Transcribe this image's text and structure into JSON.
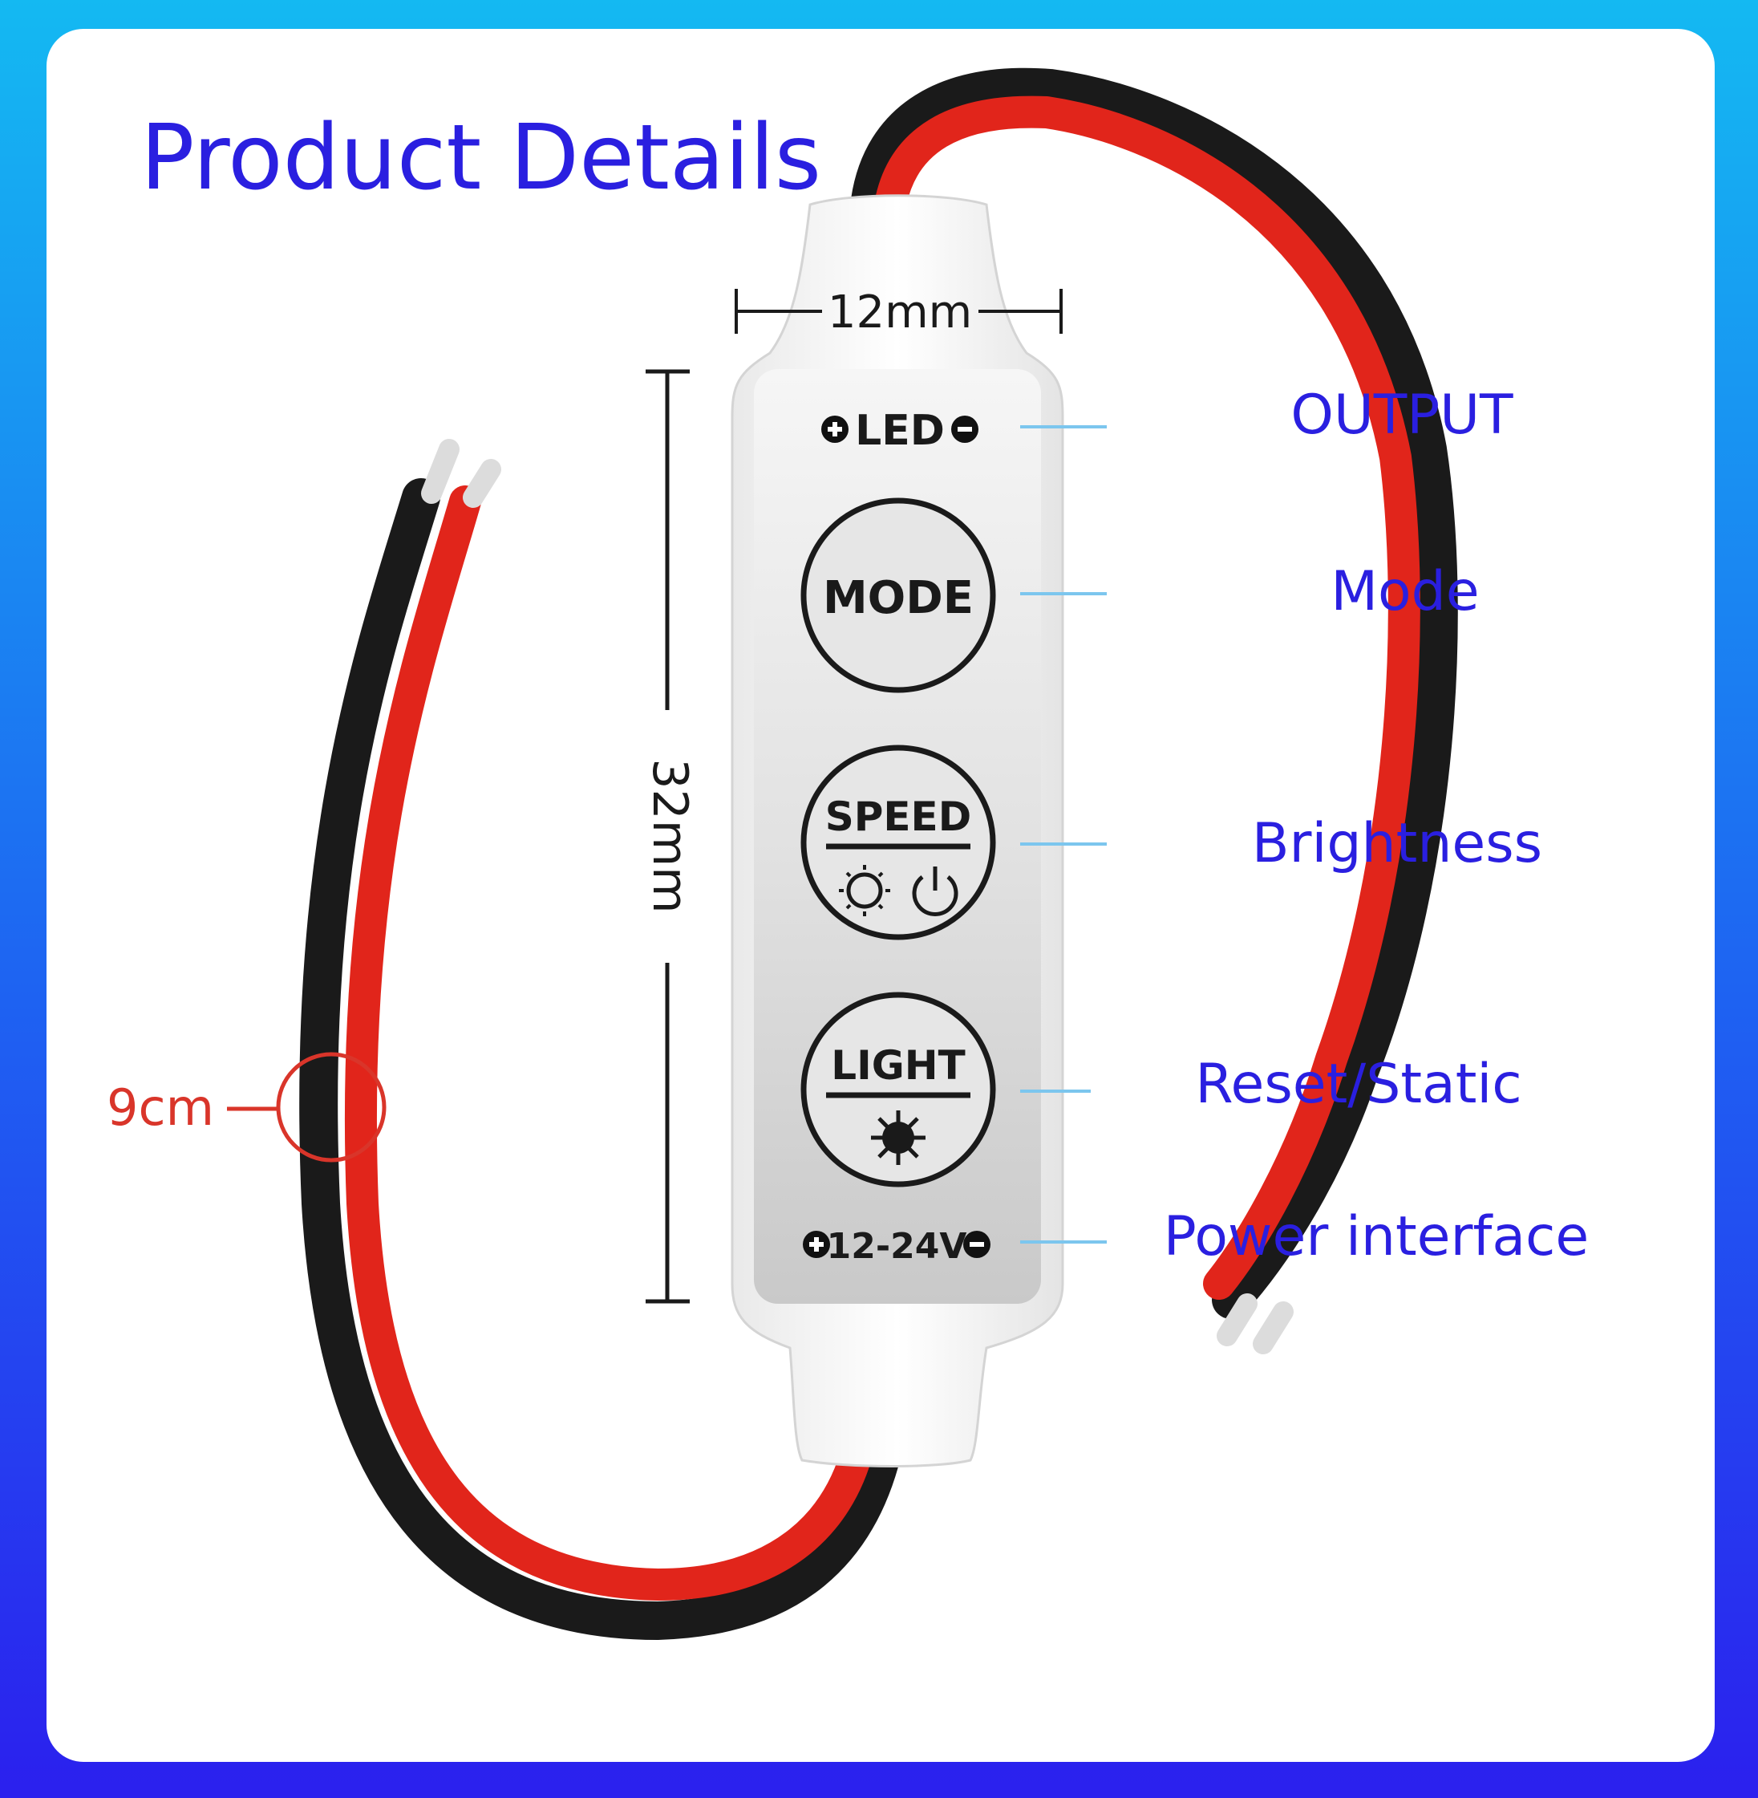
{
  "title": "Product Details",
  "device": {
    "top_label": "LED",
    "bottom_label": "12-24V",
    "buttons": [
      {
        "label": "MODE"
      },
      {
        "label": "SPEED"
      },
      {
        "label": "LIGHT"
      }
    ]
  },
  "dimensions": {
    "width": "12mm",
    "length": "32mm",
    "cable_length": "9cm"
  },
  "callouts": [
    {
      "label": "OUTPUT"
    },
    {
      "label": "Mode"
    },
    {
      "label": "Brightness"
    },
    {
      "label": "Reset/Static"
    },
    {
      "label": "Power interface"
    }
  ],
  "colors": {
    "title_text": "#2a1fe0",
    "wire_red": "#e1251b",
    "wire_black": "#1a1a1a",
    "leader_line": "#7cc6ee",
    "cable_marker": "#d9352a"
  }
}
